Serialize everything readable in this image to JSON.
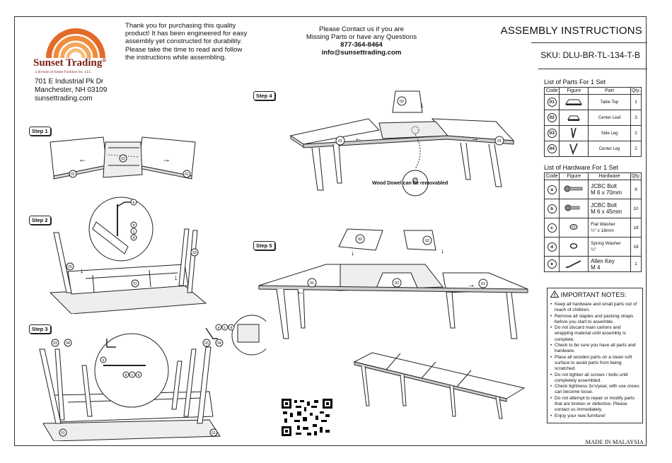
{
  "brand": {
    "name": "Sunset Trading",
    "registered": "®",
    "tagline": "a division of Sunset Furniture Inc. LLC",
    "arc_colors": [
      "#e36b2a",
      "#f08b3d",
      "#f5a55a",
      "#f7bd7a"
    ]
  },
  "address": {
    "line1": "701 E Industrial Pk Dr",
    "line2": "Manchester, NH 03109",
    "line3": "sunsettrading.com"
  },
  "intro": {
    "lines": [
      "Thank you for purchasing this quality",
      "product! It has been engineered for easy",
      "assembly yet constructed for durability.",
      "Please take the time to read and follow",
      "the instructions while assembling."
    ]
  },
  "contact": {
    "line1": "Please Contact us if you are",
    "line2": "Missing Parts or have any Questions",
    "phone": "877-364-8464",
    "email": "info@sunsettrading.com"
  },
  "header": {
    "title": "ASSEMBLY INSTRUCTIONS",
    "sku": "SKU: DLU-BR-TL-134-T-B"
  },
  "parts_list": {
    "title": "List of Parts For 1 Set",
    "headers": [
      "Code",
      "Figure",
      "Part",
      "Qty."
    ],
    "rows": [
      {
        "code": "01",
        "part": "Table Top",
        "qty": "1",
        "icon": "table-top-icon"
      },
      {
        "code": "02",
        "part": "Center Leaf",
        "qty": "3",
        "icon": "center-leaf-icon"
      },
      {
        "code": "03",
        "part": "Side Leg",
        "qty": "2",
        "icon": "side-leg-icon"
      },
      {
        "code": "04",
        "part": "Center Leg",
        "qty": "2",
        "icon": "center-leg-icon"
      }
    ]
  },
  "hardware_list": {
    "title": "List of Hardware For 1 Set",
    "headers": [
      "Code",
      "Figure",
      "Hardware",
      "Qty."
    ],
    "rows": [
      {
        "code": "a",
        "name1": "JCBC Bolt",
        "name2": "M 6 x 70mm",
        "qty": "8",
        "icon": "bolt-icon"
      },
      {
        "code": "b",
        "name1": "JCBC Bolt",
        "name2": "M 6 x 45mm",
        "qty": "10",
        "icon": "bolt-icon"
      },
      {
        "code": "c",
        "name1": "Flat Washer",
        "name2": "¼\" x 18mm",
        "qty": "18",
        "icon": "flat-washer-icon"
      },
      {
        "code": "d",
        "name1": "Spring Washer",
        "name2": "¼\"",
        "qty": "18",
        "icon": "spring-washer-icon"
      },
      {
        "code": "e",
        "name1": "Allen Key",
        "name2": "M 4",
        "qty": "1",
        "icon": "allen-key-icon"
      }
    ]
  },
  "notes": {
    "title": "IMPORTANT NOTES:",
    "items": [
      "Keep all hardware and small parts out of reach of children.",
      "Remove all staples and packing straps before you start to assemble.",
      "Do not discard main cartons and wrapping material until assembly is complete.",
      "Check to be sure you have all parts and hardware.",
      "Place all wooden parts on a clean soft surface to avoid parts from being scratched.",
      "Do not tighten all screws / bolts until completely assembled.",
      "Check tightness 3x's/year, with use crews can become loose.",
      "Do not attempt to repair or modify parts that are broken or defective. Please contact us immediately.",
      "Enjoy your new furniture!"
    ]
  },
  "steps": {
    "step1": "Step 1",
    "step2": "Step 2",
    "step3": "Step 3",
    "step4": "Step 4",
    "step5": "Step 5"
  },
  "diagram_labels": {
    "part01": "01",
    "part02": "02",
    "part03": "03",
    "part04": "04",
    "hw_a": "a",
    "hw_b": "b",
    "hw_c": "c",
    "hw_d": "d",
    "hw_e": "e",
    "dowel_note": "Wood Dowel can be removabled"
  },
  "footer": {
    "made_in": "MADE IN MALAYSIA"
  }
}
